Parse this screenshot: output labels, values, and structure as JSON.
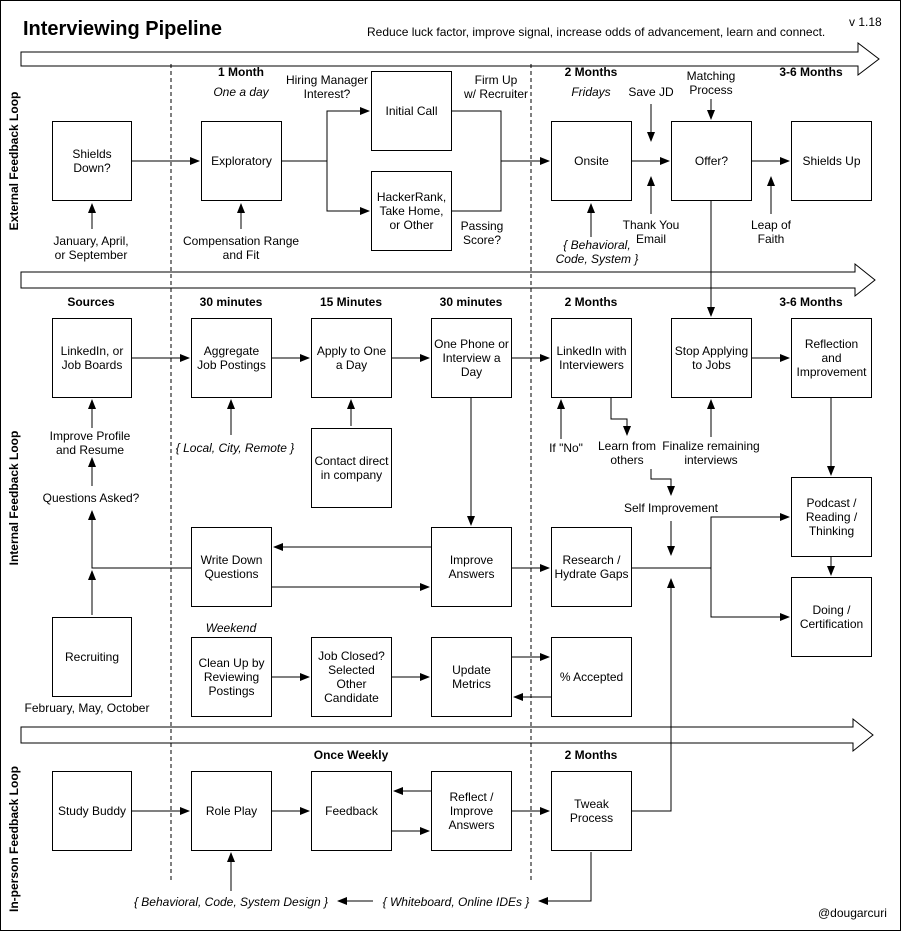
{
  "header": {
    "title": "Interviewing Pipeline",
    "subtitle": "Reduce luck factor, improve signal, increase odds of advancement, learn and connect.",
    "version": "v 1.18"
  },
  "loops": {
    "external": "External Feedback Loop",
    "internal": "Internal Feedback Loop",
    "inperson": "In-person Feedback Loop"
  },
  "external": {
    "shields_down": "Shields\nDown?",
    "shields_down_note": "January, April,\nor September",
    "one_month": "1 Month",
    "one_a_day": "One a day",
    "exploratory": "Exploratory",
    "comp_range": "Compensation Range\nand Fit",
    "hm_interest": "Hiring Manager\nInterest?",
    "initial_call": "Initial Call",
    "firm_up": "Firm Up\nw/ Recruiter",
    "hackerrank": "HackerRank,\nTake Home,\nor Other",
    "passing_score": "Passing\nScore?",
    "two_months": "2 Months",
    "fridays": "Fridays",
    "onsite": "Onsite",
    "onsite_note": "{ Behavioral,\nCode, System }",
    "save_jd": "Save JD",
    "thank_you": "Thank You\nEmail",
    "matching": "Matching\nProcess",
    "offer": "Offer?",
    "leap": "Leap of\nFaith",
    "three_six": "3-6 Months",
    "shields_up": "Shields Up"
  },
  "internal": {
    "sources": "Sources",
    "linkedin_boards": "LinkedIn, or\nJob Boards",
    "improve_profile": "Improve Profile\nand Resume",
    "questions_asked": "Questions Asked?",
    "recruiting": "Recruiting",
    "recruiting_note": "February, May, October",
    "thirty_min_a": "30 minutes",
    "aggregate": "Aggregate\nJob Postings",
    "locations": "{ Local, City, Remote }",
    "fifteen_min": "15 Minutes",
    "apply": "Apply to One\na Day",
    "contact": "Contact direct\nin company",
    "thirty_min_b": "30 minutes",
    "phone": "One Phone or\nInterview a\nDay",
    "two_months": "2 Months",
    "linkedin_interviewers": "LinkedIn with\nInterviewers",
    "if_no": "If \"No\"",
    "learn": "Learn from\nothers",
    "stop_applying": "Stop Applying\nto Jobs",
    "finalize": "Finalize remaining\ninterviews",
    "three_six": "3-6 Months",
    "reflection": "Reflection\nand\nImprovement",
    "self_improvement": "Self Improvement",
    "podcast": "Podcast /\nReading /\nThinking",
    "doing": "Doing /\nCertification",
    "write_down": "Write Down\nQuestions",
    "improve_answers": "Improve\nAnswers",
    "research": "Research /\nHydrate Gaps",
    "weekend": "Weekend",
    "cleanup": "Clean Up by\nReviewing\nPostings",
    "job_closed": "Job Closed?\nSelected\nOther\nCandidate",
    "update_metrics": "Update\nMetrics",
    "accepted": "% Accepted"
  },
  "inperson": {
    "once_weekly": "Once Weekly",
    "two_months": "2 Months",
    "study_buddy": "Study Buddy",
    "role_play": "Role Play",
    "feedback": "Feedback",
    "reflect": "Reflect /\nImprove\nAnswers",
    "tweak": "Tweak\nProcess",
    "topics": "{ Behavioral, Code, System Design }",
    "tools": "{ Whiteboard, Online IDEs }"
  },
  "footer": {
    "handle": "@dougarcuri"
  }
}
